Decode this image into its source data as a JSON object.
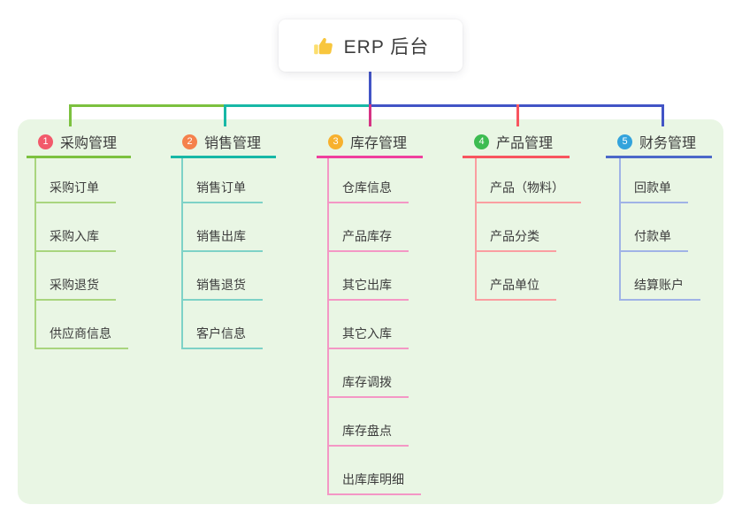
{
  "root": {
    "title": "ERP 后台",
    "icon": "thumbs-up-icon"
  },
  "branches": [
    {
      "badge": "1",
      "label": "采购管理",
      "badge_color": "#F25A6B",
      "accent": "#7CC13F",
      "light": "#A9D57E",
      "children": [
        "采购订单",
        "采购入库",
        "采购退货",
        "供应商信息"
      ]
    },
    {
      "badge": "2",
      "label": "销售管理",
      "badge_color": "#F5814C",
      "accent": "#17B8A6",
      "light": "#7ED2C7",
      "children": [
        "销售订单",
        "销售出库",
        "销售退货",
        "客户信息"
      ]
    },
    {
      "badge": "3",
      "label": "库存管理",
      "badge_color": "#F7B12E",
      "accent": "#F0409E",
      "light": "#F497C5",
      "children": [
        "仓库信息",
        "产品库存",
        "其它出库",
        "其它入库",
        "库存调拨",
        "库存盘点",
        "出库库明细"
      ]
    },
    {
      "badge": "4",
      "label": "产品管理",
      "badge_color": "#3DBC51",
      "accent": "#F8555F",
      "light": "#FA9EA1",
      "children": [
        "产品（物料）",
        "产品分类",
        "产品单位"
      ]
    },
    {
      "badge": "5",
      "label": "财务管理",
      "badge_color": "#33A3DC",
      "accent": "#4C68C9",
      "light": "#A0B3E6",
      "children": [
        "回款单",
        "付款单",
        "结算账户"
      ]
    }
  ],
  "colors": {
    "connector_blue": "#4254C6",
    "branch1_green": "#7CC13F",
    "branch2_teal": "#17B8A6",
    "branch3_drop": "#D63384",
    "branch4_red": "#F8555F",
    "panel_bg": "#E9F6E4",
    "text": "#3C3C3C"
  }
}
